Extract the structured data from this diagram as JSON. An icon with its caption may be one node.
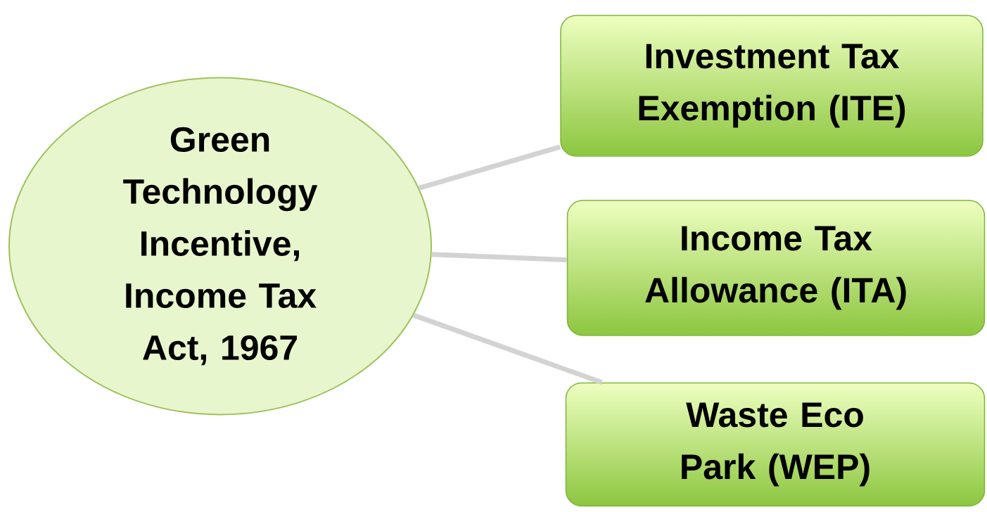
{
  "diagram": {
    "nodes": [
      {
        "text": [
          "Green Technology Incentive, Income Tax Act, 1967"
        ]
      },
      {
        "text": [
          "Investment Tax Exemption (ITE)"
        ]
      },
      {
        "text": [
          "Income Tax Allowance (ITA)"
        ]
      },
      {
        "text": [
          "Waste Eco Park (WEP)"
        ]
      }
    ],
    "edges": [
      {
        "from": 0,
        "to": 1,
        "arrow": "none"
      },
      {
        "from": 0,
        "to": 2,
        "arrow": "none"
      },
      {
        "from": 0,
        "to": 3,
        "arrow": "none"
      }
    ]
  }
}
